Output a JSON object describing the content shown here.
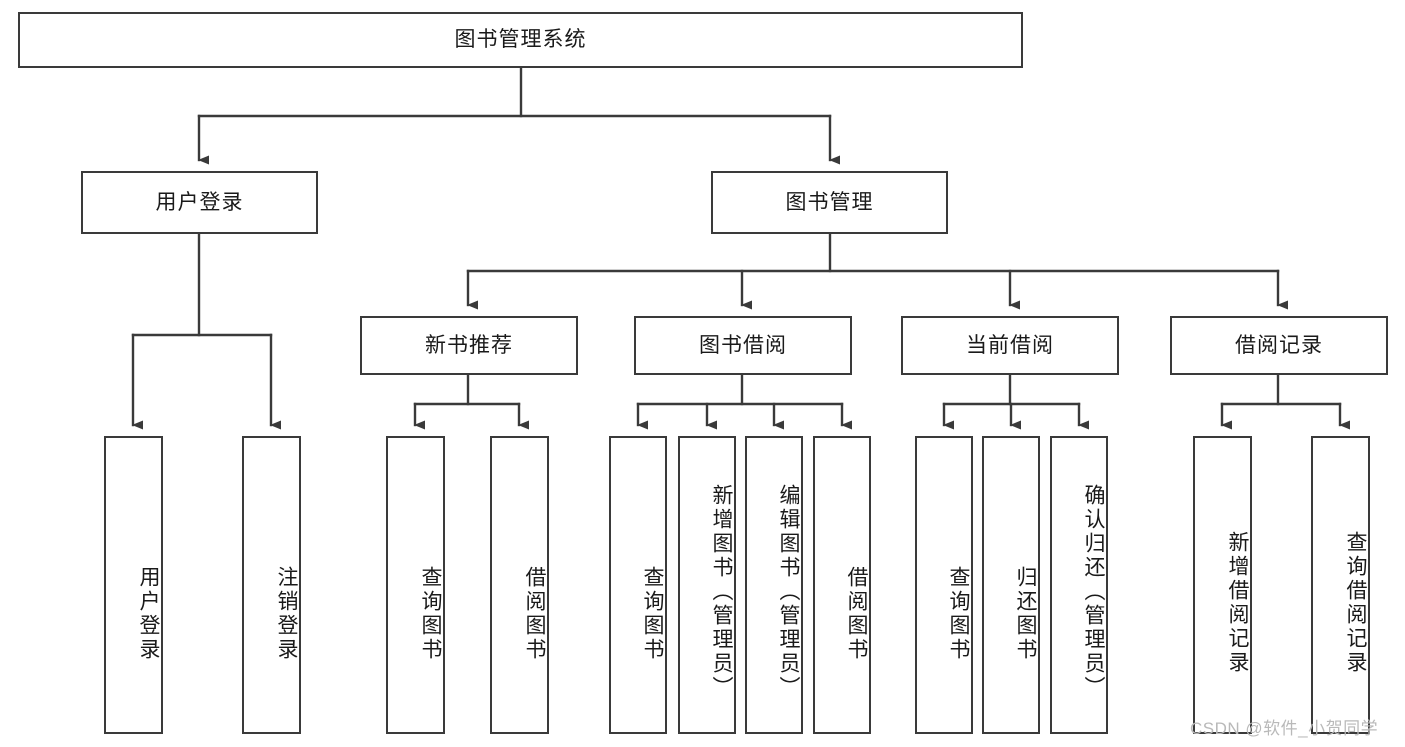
{
  "diagram": {
    "type": "tree",
    "title": "图书管理系统",
    "orientation": "top-down",
    "colors": {
      "background": "#ffffff",
      "node_fill": "#ffffff",
      "node_stroke": "#3a3a3a",
      "edge": "#3a3a3a",
      "text": "#1a1a1a",
      "watermark": "#b9b9b9"
    },
    "root": {
      "label": "图书管理系统"
    },
    "level1": [
      {
        "label": "用户登录"
      },
      {
        "label": "图书管理"
      }
    ],
    "level2": [
      {
        "label": "新书推荐"
      },
      {
        "label": "图书借阅"
      },
      {
        "label": "当前借阅"
      },
      {
        "label": "借阅记录"
      }
    ],
    "leaves": {
      "user_login": [
        {
          "label": "用户登录"
        },
        {
          "label": "注销登录"
        }
      ],
      "new_book_recommend": [
        {
          "label": "查询图书"
        },
        {
          "label": "借阅图书"
        }
      ],
      "book_borrow": [
        {
          "label": "查询图书"
        },
        {
          "label": "新增图书（管理员）"
        },
        {
          "label": "编辑图书（管理员）"
        },
        {
          "label": "借阅图书"
        }
      ],
      "current_borrow": [
        {
          "label": "查询图书"
        },
        {
          "label": "归还图书"
        },
        {
          "label": "确认归还（管理员）"
        }
      ],
      "borrow_record": [
        {
          "label": "新增借阅记录"
        },
        {
          "label": "查询借阅记录"
        }
      ]
    }
  },
  "watermark": {
    "text": "CSDN @软件_小贺同学"
  }
}
